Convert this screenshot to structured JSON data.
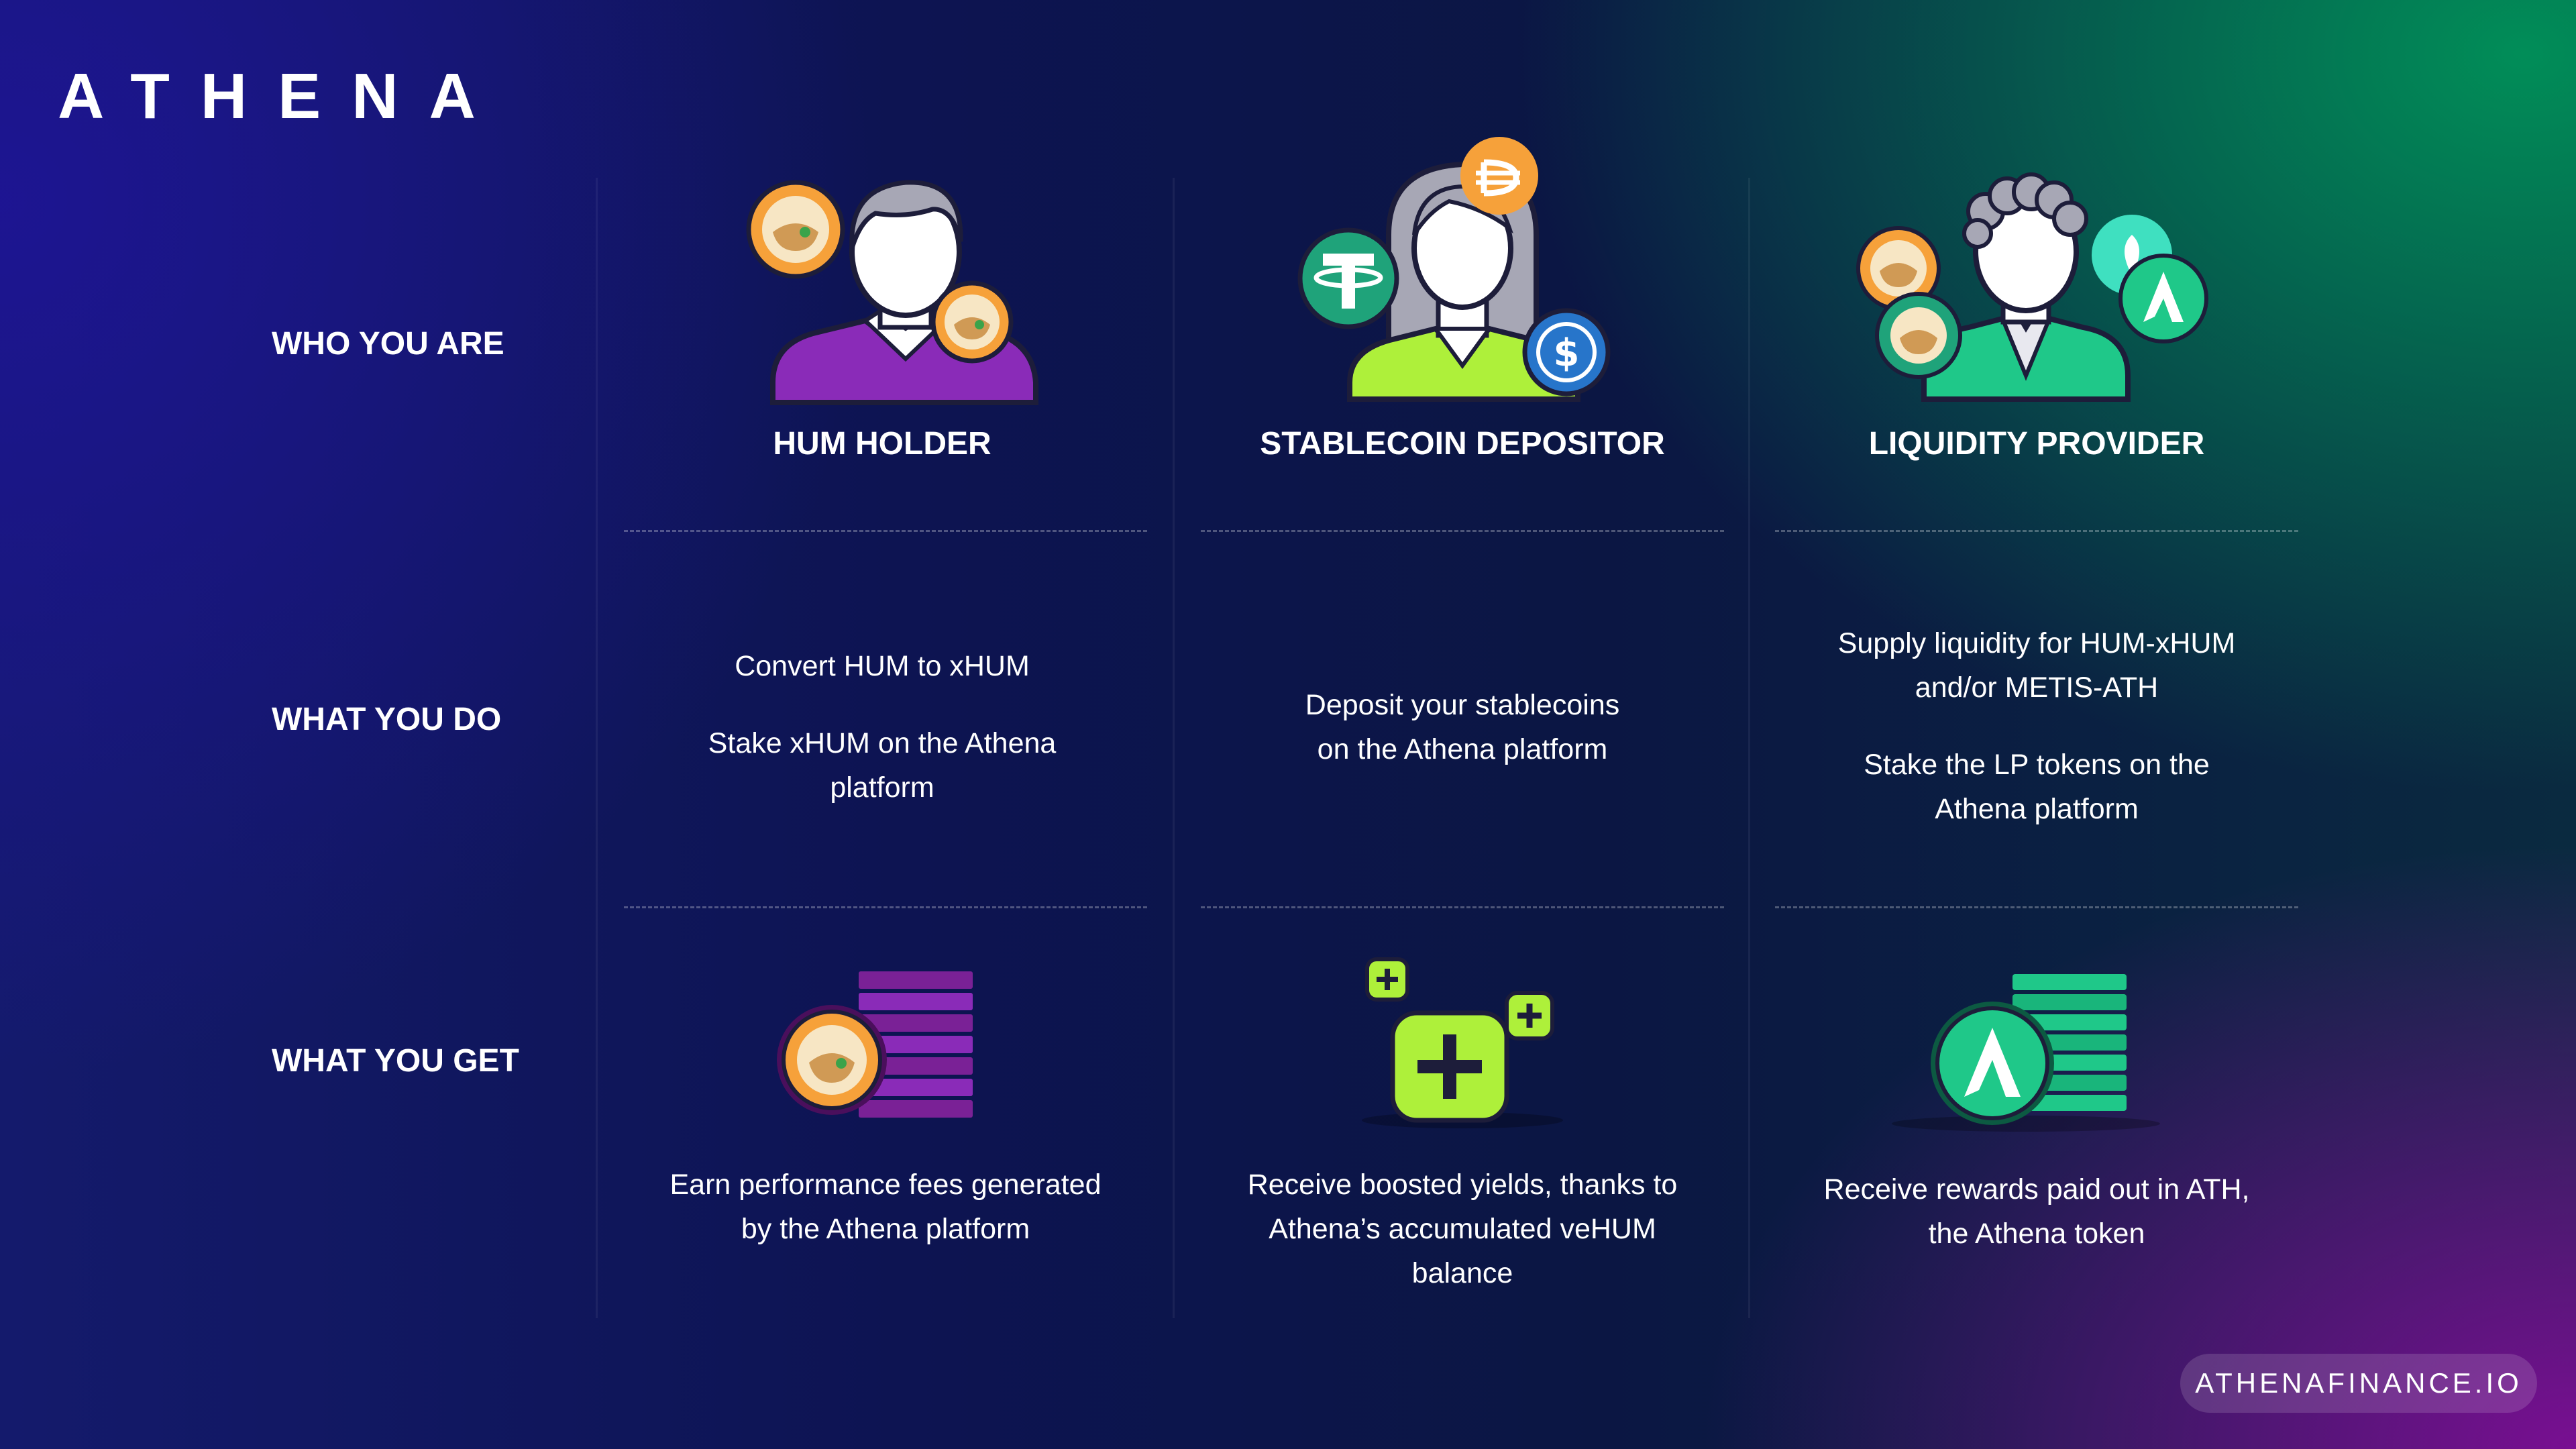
{
  "brand": {
    "logo": "ATHENA",
    "website": "ATHENAFINANCE.IO"
  },
  "rows": {
    "who": "WHO YOU ARE",
    "do": "WHAT YOU DO",
    "get": "WHAT YOU GET"
  },
  "columns": [
    {
      "title": "HUM HOLDER",
      "do": [
        "Convert HUM to xHUM",
        "Stake xHUM on the Athena",
        "platform"
      ],
      "get": [
        "Earn performance fees generated",
        "by the Athena platform"
      ]
    },
    {
      "title": "STABLECOIN DEPOSITOR",
      "do": [
        "Deposit your stablecoins",
        "on the Athena platform"
      ],
      "get": [
        "Receive boosted yields, thanks to",
        "Athena’s accumulated veHUM",
        "balance"
      ]
    },
    {
      "title": "LIQUIDITY PROVIDER",
      "do": [
        "Supply liquidity for HUM-xHUM",
        "and/or METIS-ATH",
        "Stake the LP tokens on the",
        "Athena platform"
      ],
      "get": [
        "Receive rewards paid out in ATH,",
        "the Athena token"
      ]
    }
  ],
  "colors": {
    "hum_purple": "#8a2bb8",
    "stable_green": "#aef03a",
    "lp_green": "#1fc889",
    "orange_coin": "#f6a13a"
  }
}
